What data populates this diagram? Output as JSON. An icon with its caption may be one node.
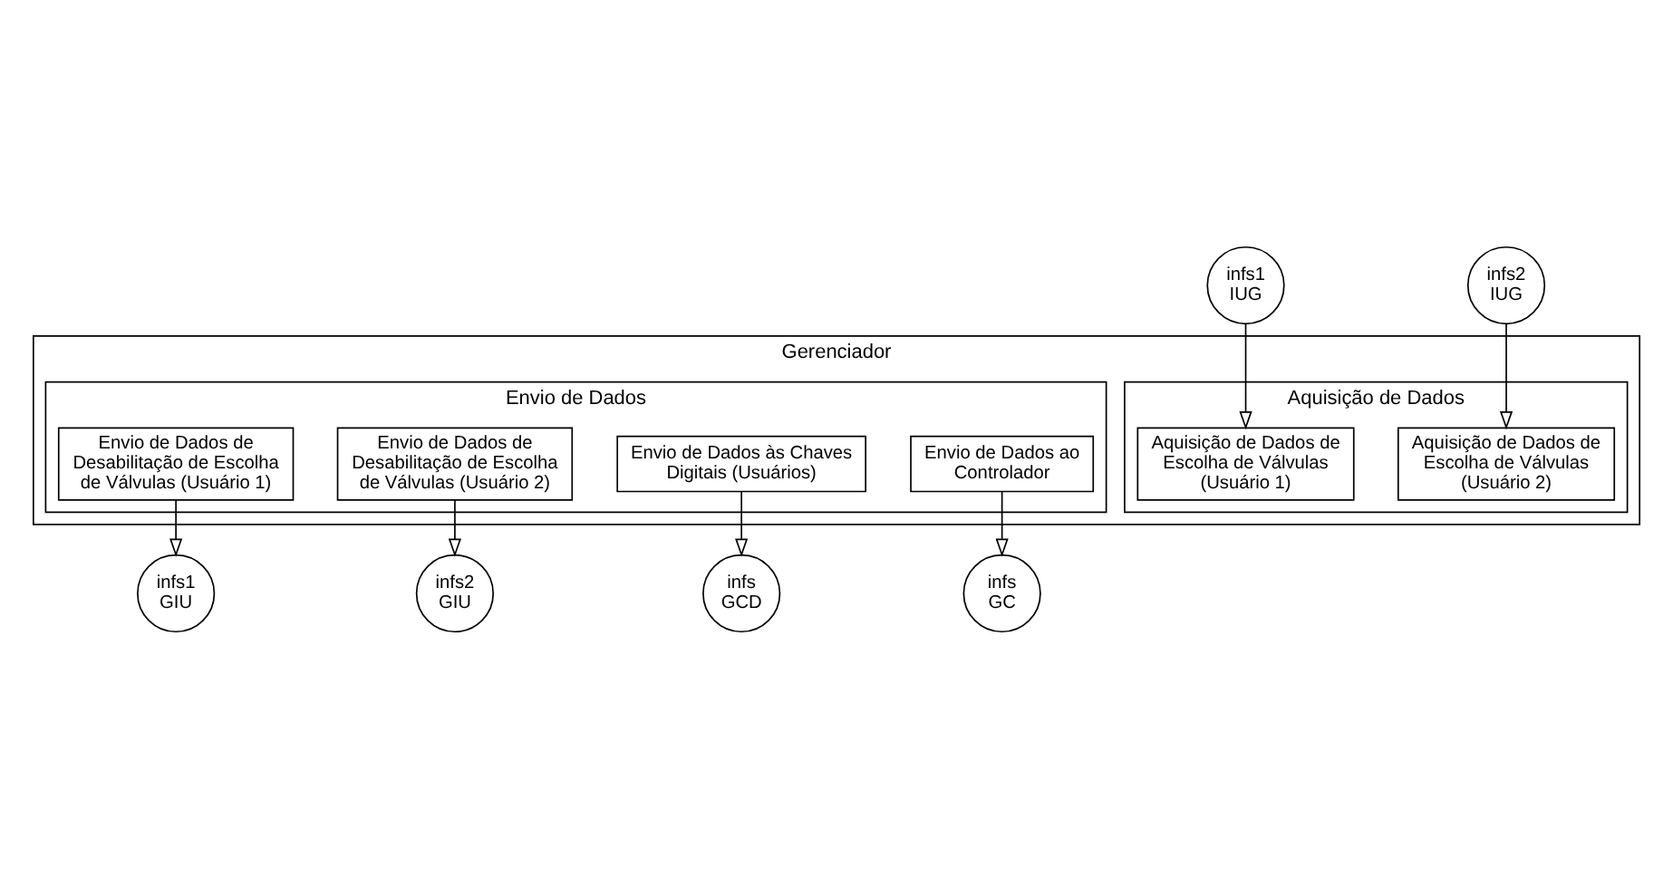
{
  "diagram": {
    "nodes": [
      {
        "text": [
          "Gerenciador"
        ]
      },
      {
        "text": [
          "Aquisição de Dados"
        ],
        "in": 0
      },
      {
        "text": [
          "Aquisição de Dados de Escolha de Válvulas (Usuário 1)"
        ],
        "in": 1
      },
      {
        "text": [
          "Aquisição de Dados de Escolha de Válvulas (Usuário 2)"
        ],
        "in": 1
      },
      {
        "text": [
          "Envio de Dados"
        ],
        "in": 0
      },
      {
        "text": [
          "Envio de Dados de Desabilitação de Escolha de Válvulas (Usuário 1)"
        ],
        "in": 4
      },
      {
        "text": [
          "Envio de Dados de Desabilitação de Escolha de Válvulas (Usuário 2)"
        ],
        "in": 4
      },
      {
        "text": [
          "Envio de Dados às Chaves Digitais (Usuários)"
        ],
        "in": 4
      },
      {
        "text": [
          "Envio de Dados ao Controlador"
        ],
        "in": 4
      },
      {
        "text": [
          "infs1 IUG"
        ]
      },
      {
        "text": [
          "infs2 IUG"
        ]
      },
      {
        "text": [
          "infs1 GIU"
        ]
      },
      {
        "text": [
          "infs2 GIU"
        ]
      },
      {
        "text": [
          "infs GCD"
        ]
      },
      {
        "text": [
          "infs GC"
        ]
      }
    ],
    "edges": [
      {
        "from": 9,
        "to": 2,
        "arrow": "to"
      },
      {
        "from": 10,
        "to": 3,
        "arrow": "to"
      },
      {
        "from": 5,
        "to": 11,
        "arrow": "to"
      },
      {
        "from": 6,
        "to": 12,
        "arrow": "to"
      },
      {
        "from": 7,
        "to": 13,
        "arrow": "to"
      },
      {
        "from": 8,
        "to": 14,
        "arrow": "to"
      }
    ]
  }
}
